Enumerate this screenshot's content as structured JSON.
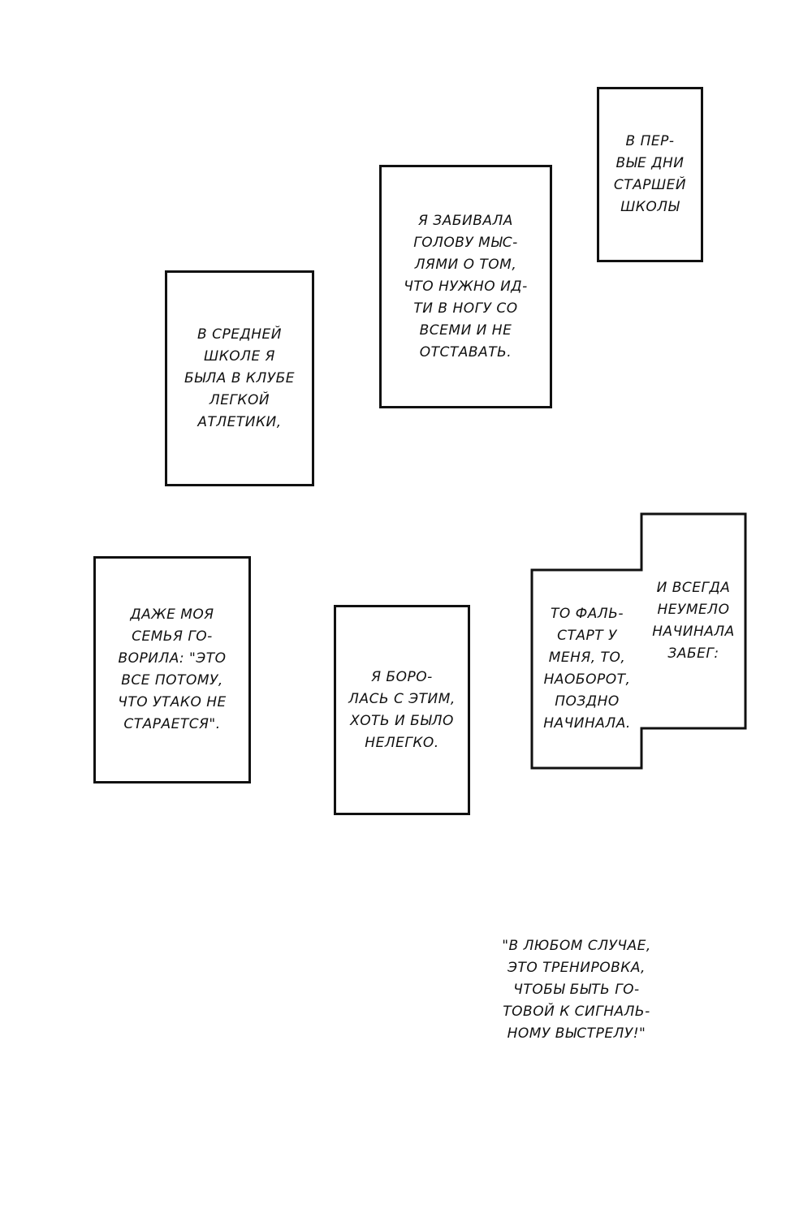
{
  "captions": {
    "c1": "В ПЕР-\nВЫЕ ДНИ\nСТАРШЕЙ\nШКОЛЫ",
    "c2": "Я ЗАБИВАЛА\nГОЛОВУ МЫС-\nЛЯМИ О ТОМ,\nЧТО НУЖНО ИД-\nТИ В НОГУ СО\nВСЕМИ И НЕ\nОТСТАВАТЬ.",
    "c3": "В СРЕДНЕЙ\nШКОЛЕ Я\nБЫЛА В КЛУБЕ\nЛЕГКОЙ\nАТЛЕТИКИ,",
    "c4": "ДАЖЕ МОЯ\nСЕМЬЯ ГО-\nВОРИЛА: \"ЭТО\nВСЕ ПОТОМУ,\nЧТО УТАКО НЕ\nСТАРАЕТСЯ\".",
    "c5": "Я БОРО-\nЛАСЬ С ЭТИМ,\nХОТЬ И БЫЛО\nНЕЛЕГКО.",
    "c6": "И ВСЕГДА\nНЕУМЕЛО\nНАЧИНАЛА\nЗАБЕГ:",
    "c7": "ТО ФАЛЬ-\nСТАРТ У\nМЕНЯ, ТО,\nНАОБОРОТ,\nПОЗДНО\nНАЧИНАЛА.",
    "c8": "\"В ЛЮБОМ СЛУЧАЕ,\nЭТО ТРЕНИРОВКА,\nЧТОБЫ БЫТЬ ГО-\nТОВОЙ К СИГНАЛЬ-\nНОМУ ВЫСТРЕЛУ!\""
  }
}
